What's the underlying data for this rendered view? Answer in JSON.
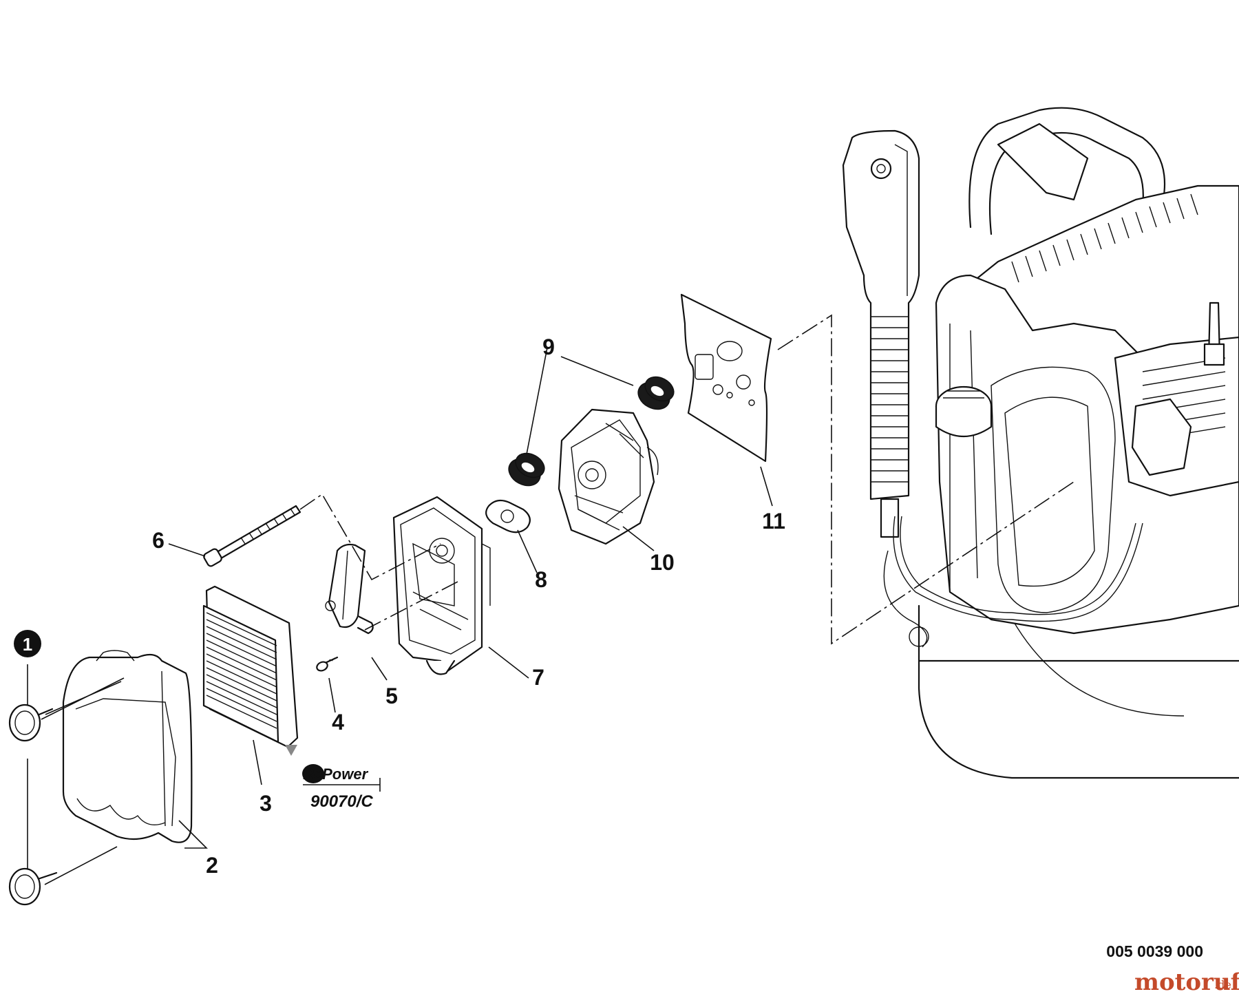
{
  "callouts": [
    {
      "id": "1",
      "label": "1"
    },
    {
      "id": "2",
      "label": "2"
    },
    {
      "id": "3",
      "label": "3"
    },
    {
      "id": "4",
      "label": "4"
    },
    {
      "id": "5",
      "label": "5"
    },
    {
      "id": "6",
      "label": "6"
    },
    {
      "id": "7",
      "label": "7"
    },
    {
      "id": "8",
      "label": "8"
    },
    {
      "id": "9",
      "label": "9"
    },
    {
      "id": "10",
      "label": "10"
    },
    {
      "id": "11",
      "label": "11"
    }
  ],
  "repower_logo": {
    "text": "RePower",
    "part_number": "90070/C"
  },
  "document_number": "005 0039 000",
  "watermark": {
    "name": "motoruf",
    "suffix": ".de"
  },
  "colors": {
    "line": "#111111",
    "background": "#ffffff",
    "watermark": "#c44a2a"
  }
}
